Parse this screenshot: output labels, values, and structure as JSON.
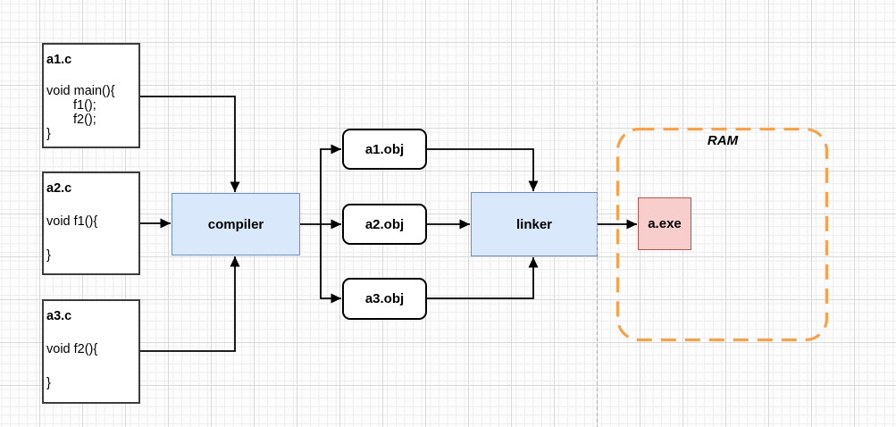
{
  "nodes": {
    "source_files": [
      {
        "title": "a1.c",
        "lines": [
          "void main(){",
          "f1();",
          "f2();",
          "}"
        ]
      },
      {
        "title": "a2.c",
        "lines": [
          "void f1(){",
          "}"
        ]
      },
      {
        "title": "a3.c",
        "lines": [
          "void f2(){",
          "}"
        ]
      }
    ],
    "compiler": {
      "label": "compiler"
    },
    "object_files": [
      {
        "label": "a1.obj"
      },
      {
        "label": "a2.obj"
      },
      {
        "label": "a3.obj"
      }
    ],
    "linker": {
      "label": "linker"
    },
    "executable": {
      "label": "a.exe"
    },
    "ram": {
      "label": "RAM"
    }
  },
  "colors": {
    "process_fill": "#dae8fc",
    "process_border": "#6c8ebf",
    "executable_fill": "#f8cecc",
    "executable_border": "#b85450",
    "ram_border": "#f5a24d",
    "connector": "#000000",
    "source_border": "#3d3d3d",
    "grid_minor": "#eeeeee",
    "grid_major": "#d9d9d9",
    "page_divider": "#b8b8b8"
  }
}
